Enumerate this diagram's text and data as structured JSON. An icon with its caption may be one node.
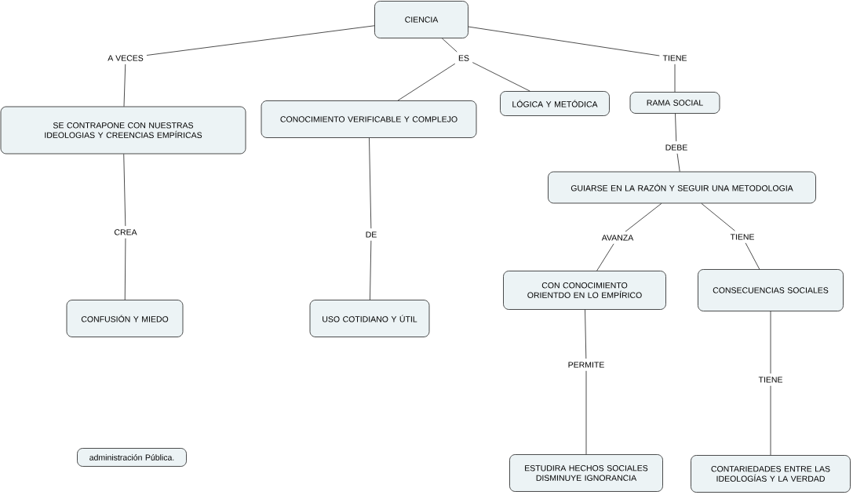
{
  "diagram": {
    "nodes": [
      {
        "text": [
          "CIENCIA"
        ]
      },
      {
        "text": [
          "A VECES"
        ]
      },
      {
        "text": [
          "ES"
        ]
      },
      {
        "text": [
          "TIENE"
        ]
      },
      {
        "text": [
          "SE CONTRAPONE CON NUESTRAS IDEOLOGIAS Y CREENCIAS EMPÍRICAS"
        ]
      },
      {
        "text": [
          "CONOCIMIENTO VERIFICABLE Y COMPLEJO"
        ]
      },
      {
        "text": [
          "LÓGICA Y METÓDICA"
        ]
      },
      {
        "text": [
          "RAMA SOCIAL"
        ]
      },
      {
        "text": [
          "CREA"
        ]
      },
      {
        "text": [
          "DE"
        ]
      },
      {
        "text": [
          "DEBE"
        ]
      },
      {
        "text": [
          "GUIARSE EN LA RAZÓN Y SEGUIR UNA METODOLOGIA"
        ]
      },
      {
        "text": [
          "CONFUSIÓN Y MIEDO"
        ]
      },
      {
        "text": [
          "USO COTIDIANO Y ÚTIL"
        ]
      },
      {
        "text": [
          "AVANZA"
        ]
      },
      {
        "text": [
          "TIENE"
        ]
      },
      {
        "text": [
          "CON CONOCIMIENTO ORIENTDO EN LO EMPÍRICO"
        ]
      },
      {
        "text": [
          "CONSECUENCIAS SOCIALES"
        ]
      },
      {
        "text": [
          "PERMITE"
        ]
      },
      {
        "text": [
          "TIENE"
        ]
      },
      {
        "text": [
          "ESTUDIRA HECHOS SOCIALES DISMINUYE IGNORANCIA"
        ]
      },
      {
        "text": [
          "CONTARIEDADES ENTRE LAS IDEOLOGÍAS Y LA VERDAD"
        ]
      },
      {
        "text": [
          "administración Pública."
        ]
      }
    ],
    "edges": [
      {
        "from": 0,
        "to": 1,
        "arrow": "none"
      },
      {
        "from": 1,
        "to": 4,
        "arrow": "none"
      },
      {
        "from": 0,
        "to": 2,
        "arrow": "none"
      },
      {
        "from": 2,
        "to": 5,
        "arrow": "none"
      },
      {
        "from": 2,
        "to": 6,
        "arrow": "none"
      },
      {
        "from": 0,
        "to": 3,
        "arrow": "none"
      },
      {
        "from": 3,
        "to": 7,
        "arrow": "none"
      },
      {
        "from": 4,
        "to": 8,
        "arrow": "none"
      },
      {
        "from": 8,
        "to": 12,
        "arrow": "none"
      },
      {
        "from": 5,
        "to": 9,
        "arrow": "none"
      },
      {
        "from": 9,
        "to": 13,
        "arrow": "none"
      },
      {
        "from": 7,
        "to": 10,
        "arrow": "none"
      },
      {
        "from": 10,
        "to": 11,
        "arrow": "none"
      },
      {
        "from": 11,
        "to": 14,
        "arrow": "none"
      },
      {
        "from": 14,
        "to": 16,
        "arrow": "none"
      },
      {
        "from": 11,
        "to": 15,
        "arrow": "none"
      },
      {
        "from": 15,
        "to": 17,
        "arrow": "none"
      },
      {
        "from": 16,
        "to": 18,
        "arrow": "none"
      },
      {
        "from": 18,
        "to": 20,
        "arrow": "none"
      },
      {
        "from": 17,
        "to": 19,
        "arrow": "none"
      },
      {
        "from": 19,
        "to": 21,
        "arrow": "none"
      }
    ]
  }
}
